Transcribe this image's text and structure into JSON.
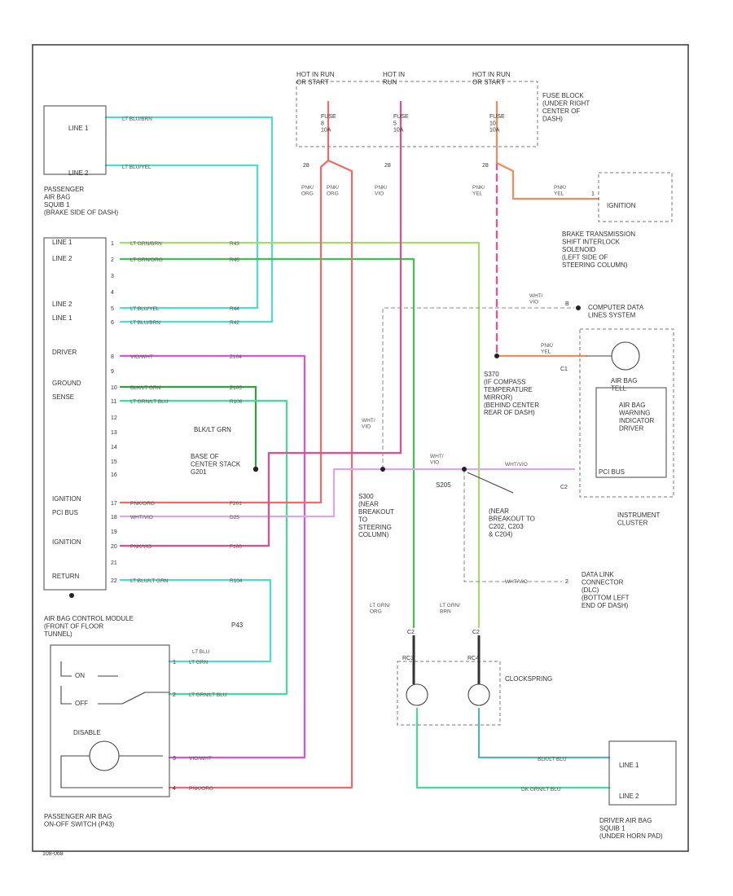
{
  "colors": {
    "cyan": "#4fdccb",
    "lt_green": "#a6dc6a",
    "green": "#3fc24f",
    "magenta": "#e050e0",
    "red": "#f06a6a",
    "pink": "#e84a8a",
    "orange": "#f38a5a",
    "lavender": "#dca6ec",
    "dk_green": "#2f9f3f"
  },
  "fuse_block": {
    "hot1": "HOT IN RUN\nOR START",
    "hot2": "HOT IN\nRUN",
    "hot3": "HOT IN RUN\nOR START",
    "fuse1": "FUSE\n8\n10A",
    "fuse2": "FUSE\n5\n10A",
    "fuse3": "FUSE\n10\n10A",
    "label": "FUSE BLOCK\n(UNDER RIGHT\nCENTER OF\nDASH)",
    "pins": [
      "28",
      "28",
      "28"
    ]
  },
  "wires_top": [
    "PNK/\nORG",
    "PNK/\nORG",
    "PNK/\nVIO",
    "PNK/\nYEL"
  ],
  "passenger_squib": {
    "line1": "LINE 1",
    "line2": "LINE 2",
    "label": "PASSENGER\nAIR BAG\nSQUIB 1\n(BRAKE SIDE OF DASH)"
  },
  "top_left_wires": [
    "LT BLU/BRN",
    "LT BLU/YEL"
  ],
  "module_pins": [
    {
      "label": "LINE 1",
      "num": "1",
      "wire": "LT GRN/BRN",
      "code": "R43"
    },
    {
      "label": "LINE 2",
      "num": "2",
      "wire": "LT GRN/ORG",
      "code": "R45"
    },
    {
      "label": "",
      "num": "3",
      "wire": "",
      "code": ""
    },
    {
      "label": "",
      "num": "4",
      "wire": "",
      "code": ""
    },
    {
      "label": "LINE 2",
      "num": "5",
      "wire": "LT BLU/YEL",
      "code": "R44"
    },
    {
      "label": "LINE 1",
      "num": "6",
      "wire": "LT BLU/BRN",
      "code": "R42"
    },
    {
      "label": "DRIVER",
      "num": "8",
      "wire": "VIO/WHT",
      "code": "Z104"
    },
    {
      "label": "",
      "num": "9",
      "wire": "",
      "code": ""
    },
    {
      "label": "GROUND",
      "num": "10",
      "wire": "BLK/LT GRN",
      "code": "Z105"
    },
    {
      "label": "SENSE",
      "num": "11",
      "wire": "LT GRN/LT BLU",
      "code": "R106"
    },
    {
      "label": "",
      "num": "12",
      "wire": "",
      "code": ""
    },
    {
      "label": "",
      "num": "13",
      "wire": "",
      "code": ""
    },
    {
      "label": "",
      "num": "14",
      "wire": "",
      "code": ""
    },
    {
      "label": "",
      "num": "15",
      "wire": "",
      "code": ""
    },
    {
      "label": "",
      "num": "16",
      "wire": "",
      "code": ""
    },
    {
      "label": "IGNITION",
      "num": "17",
      "wire": "PNK/ORG",
      "code": "F201"
    },
    {
      "label": "PCI BUS",
      "num": "18",
      "wire": "WHT/VIO",
      "code": "D25"
    },
    {
      "label": "",
      "num": "19",
      "wire": "",
      "code": ""
    },
    {
      "label": "IGNITION",
      "num": "20",
      "wire": "PNK/VIO",
      "code": "F100"
    },
    {
      "label": "",
      "num": "21",
      "wire": "",
      "code": ""
    },
    {
      "label": "RETURN",
      "num": "22",
      "wire": "LT BLU/LT GRN",
      "code": "R104"
    }
  ],
  "ground_note": {
    "wire": "BLK/LT GRN",
    "label": "BASE OF\nCENTER STACK\nG201"
  },
  "module_label": "AIR BAG CONTROL MODULE\n(FRONT OF FLOOR\nTUNNEL)",
  "p43": "P43",
  "switch": {
    "label": "PASSENGER AIR BAG\nON-OFF SWITCH     (P43)",
    "on": "ON",
    "off": "OFF",
    "disable": "DISABLE",
    "wires": [
      {
        "num": "1",
        "wire": "LT GRN",
        "top": "LT BLU"
      },
      {
        "num": "2",
        "wire": "LT GRN/LT BLU",
        "top": ""
      },
      {
        "num": "3",
        "wire": "VIO/WHT",
        "top": ""
      },
      {
        "num": "4",
        "wire": "PNK/ORG",
        "top": ""
      }
    ]
  },
  "shift_interlock": {
    "ignition": "IGNITION",
    "wire": "PNK/\nYEL",
    "pin": "1",
    "label": "BRAKE TRANSMISSION\nSHIFT INTERLOCK\nSOLENOID\n(LEFT SIDE OF\nSTEERING COLUMN)"
  },
  "computer_data": {
    "label": "COMPUTER DATA\nLINES SYSTEM",
    "wire": "WHT/\nVIO",
    "pin": "B"
  },
  "splice_s370": {
    "label": "S370\n(IF COMPASS\nTEMPERATURE\nMIRROR)\n(BEHIND CENTER\nREAR OF DASH)",
    "wire": "PNK/\nYEL"
  },
  "cluster": {
    "airbag_tell": "AIR BAG\nTELL",
    "warning": "AIR BAG\nWARNING\nINDICATOR\nDRIVER",
    "pcibus": "PCI BUS",
    "c1": "C1",
    "c2": "C2",
    "label": "INSTRUMENT\nCLUSTER",
    "wire": "WHT/VIO"
  },
  "splices": {
    "s300": "S300\n(NEAR\nBREAKOUT\nTO\nSTEERING\nCOLUMN)",
    "s205": "S205",
    "near": "(NEAR\nBREAKOUT TO\nC202, C203\n& C204)",
    "wire1": "WHT/\nVIO",
    "wire2": "WHT/\nVIO"
  },
  "dlc": {
    "label": "DATA LINK\nCONNECTOR\n(DLC)\n(BOTTOM LEFT\nEND OF DASH)",
    "wire": "WHT/VIO",
    "pin": "2"
  },
  "clockspring": {
    "label": "CLOCKSPRING",
    "wires": [
      "LT GRN/\nORG",
      "LT GRN/\nBRN"
    ],
    "conn": [
      "C2",
      "C2"
    ],
    "pins": [
      "RC3",
      "RC4"
    ]
  },
  "driver_squib": {
    "line1": "LINE 1",
    "line2": "LINE 2",
    "wire1": "BLK/LT BLU",
    "wire2": "DK GRN/LT BLU",
    "label": "DRIVER AIR BAG\nSQUIB 1\n(UNDER HORN PAD)"
  },
  "footer_code": "108-068"
}
